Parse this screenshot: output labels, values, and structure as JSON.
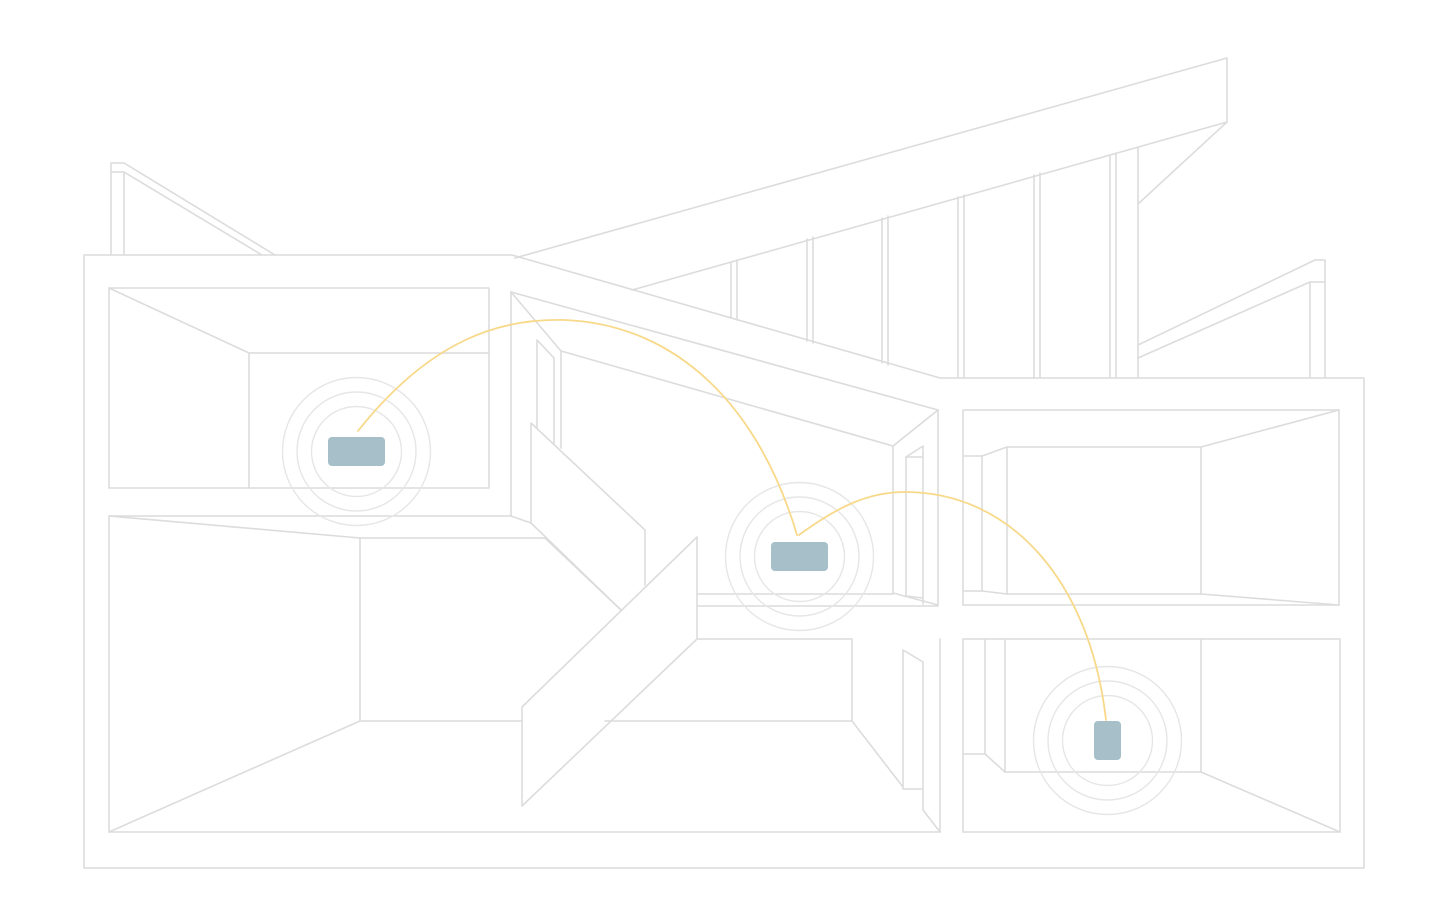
{
  "illustration": {
    "subject": "house-cross-section",
    "colors": {
      "background": "#ffffff",
      "line": "#dcdcdc",
      "ring": "#e6e6e6",
      "link": "#f8d98a",
      "device": "#a6bfc9"
    },
    "devices": [
      {
        "id": "node-upper-left",
        "orientation": "horizontal",
        "rings": 3
      },
      {
        "id": "node-center",
        "orientation": "horizontal",
        "rings": 3
      },
      {
        "id": "node-lower-right",
        "orientation": "vertical",
        "rings": 3
      }
    ],
    "links": [
      {
        "from": "node-upper-left",
        "to": "node-center"
      },
      {
        "from": "node-center",
        "to": "node-lower-right"
      }
    ]
  }
}
